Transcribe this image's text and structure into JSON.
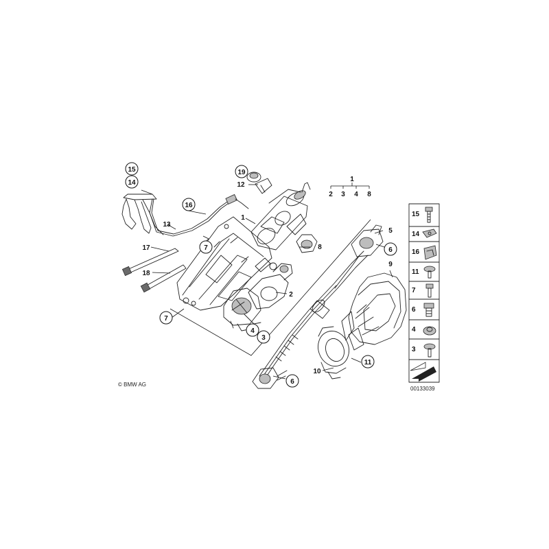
{
  "copyright": "© BMW AG",
  "drawing_number": "00133039",
  "group_header": {
    "parent": "1",
    "children": [
      "2",
      "3",
      "4",
      "8"
    ]
  },
  "callouts": [
    {
      "id": "c15",
      "text": "15",
      "circled": true
    },
    {
      "id": "c14",
      "text": "14",
      "circled": true
    },
    {
      "id": "c16",
      "text": "16",
      "circled": true
    },
    {
      "id": "c13",
      "text": "13",
      "circled": false
    },
    {
      "id": "c17",
      "text": "17",
      "circled": false
    },
    {
      "id": "c18",
      "text": "18",
      "circled": false
    },
    {
      "id": "c7a",
      "text": "7",
      "circled": true
    },
    {
      "id": "c7b",
      "text": "7",
      "circled": true
    },
    {
      "id": "c19",
      "text": "19",
      "circled": true
    },
    {
      "id": "c12",
      "text": "12",
      "circled": false
    },
    {
      "id": "c1",
      "text": "1",
      "circled": false
    },
    {
      "id": "c8",
      "text": "8",
      "circled": false
    },
    {
      "id": "c2",
      "text": "2",
      "circled": false
    },
    {
      "id": "c4",
      "text": "4",
      "circled": true
    },
    {
      "id": "c3",
      "text": "3",
      "circled": true
    },
    {
      "id": "c5",
      "text": "5",
      "circled": false
    },
    {
      "id": "c6a",
      "text": "6",
      "circled": true
    },
    {
      "id": "c9",
      "text": "9",
      "circled": false
    },
    {
      "id": "c11",
      "text": "11",
      "circled": true
    },
    {
      "id": "c10",
      "text": "10",
      "circled": false
    },
    {
      "id": "c6b",
      "text": "6",
      "circled": true
    }
  ],
  "side_legend": [
    {
      "id": "l15",
      "text": "15"
    },
    {
      "id": "l14",
      "text": "14"
    },
    {
      "id": "l16",
      "text": "16"
    },
    {
      "id": "l11",
      "text": "11"
    },
    {
      "id": "l7",
      "text": "7"
    },
    {
      "id": "l6",
      "text": "6"
    },
    {
      "id": "l4",
      "text": "4"
    },
    {
      "id": "l3",
      "text": "3"
    }
  ]
}
